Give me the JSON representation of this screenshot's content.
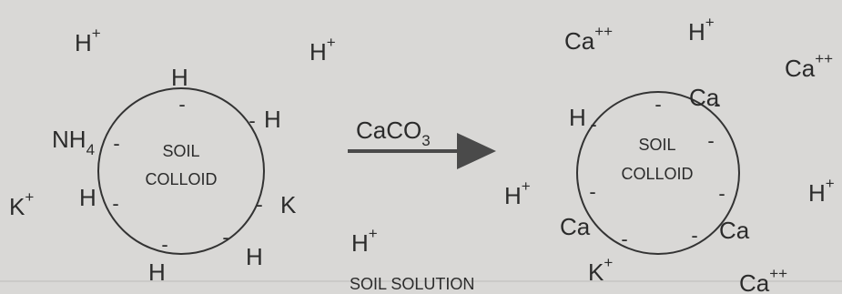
{
  "labels": {
    "soil": "SOIL",
    "colloid": "COLLOID",
    "soil_solution": "SOIL SOLUTION",
    "reagent": "CaCO",
    "reagent_sub": "3",
    "minus": "-"
  },
  "ions": {
    "H": "H",
    "K": "K",
    "Ca": "Ca",
    "NH": "NH",
    "NH_sub": "4",
    "plus": "+",
    "plusplus": "++"
  },
  "colors": {
    "background": "#d9d8d6",
    "ink": "#2b2b2b",
    "arrow": "#4a4a4a"
  }
}
